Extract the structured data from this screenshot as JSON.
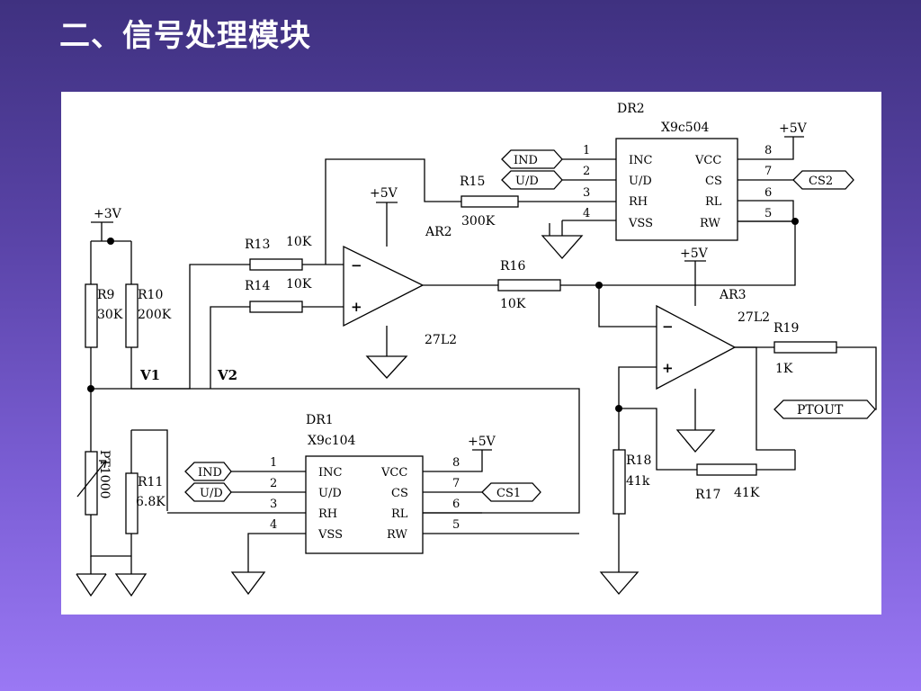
{
  "slide": {
    "title": "二、信号处理模块"
  },
  "supplies": {
    "v3": "+3V",
    "v5": "+5V"
  },
  "dr2": {
    "name": "DR2",
    "part": "X9c504",
    "pins_left": [
      "INC",
      "U/D",
      "RH",
      "VSS"
    ],
    "pins_right": [
      "VCC",
      "CS",
      "RL",
      "RW"
    ],
    "nums_left": [
      "1",
      "2",
      "3",
      "4"
    ],
    "nums_right": [
      "8",
      "7",
      "6",
      "5"
    ],
    "inputs": [
      "IND",
      "U/D"
    ],
    "cs": "CS2"
  },
  "dr1": {
    "name": "DR1",
    "part": "X9c104",
    "pins_left": [
      "INC",
      "U/D",
      "RH",
      "VSS"
    ],
    "pins_right": [
      "VCC",
      "CS",
      "RL",
      "RW"
    ],
    "nums_left": [
      "1",
      "2",
      "3",
      "4"
    ],
    "nums_right": [
      "8",
      "7",
      "6",
      "5"
    ],
    "inputs": [
      "IND",
      "U/D"
    ],
    "cs": "CS1"
  },
  "resistors": {
    "r9": {
      "name": "R9",
      "value": "30K"
    },
    "r10": {
      "name": "R10",
      "value": "200K"
    },
    "r11": {
      "name": "R11",
      "value": "6.8K"
    },
    "r13": {
      "name": "R13",
      "value": "10K"
    },
    "r14": {
      "name": "R14",
      "value": "10K"
    },
    "r15": {
      "name": "R15",
      "value": "300K"
    },
    "r16": {
      "name": "R16",
      "value": "10K"
    },
    "r17": {
      "name": "R17",
      "value": "41K"
    },
    "r18": {
      "name": "R18",
      "value": "41k"
    },
    "r19": {
      "name": "R19",
      "value": "1K"
    }
  },
  "sensor": "PT1000",
  "amps": {
    "ar2": {
      "name": "AR2",
      "part": "27L2"
    },
    "ar3": {
      "name": "AR3",
      "part": "27L2"
    }
  },
  "op_signs": {
    "minus": "−",
    "plus": "+"
  },
  "nodes": {
    "v1": "V1",
    "v2": "V2"
  },
  "output": "PTOUT"
}
